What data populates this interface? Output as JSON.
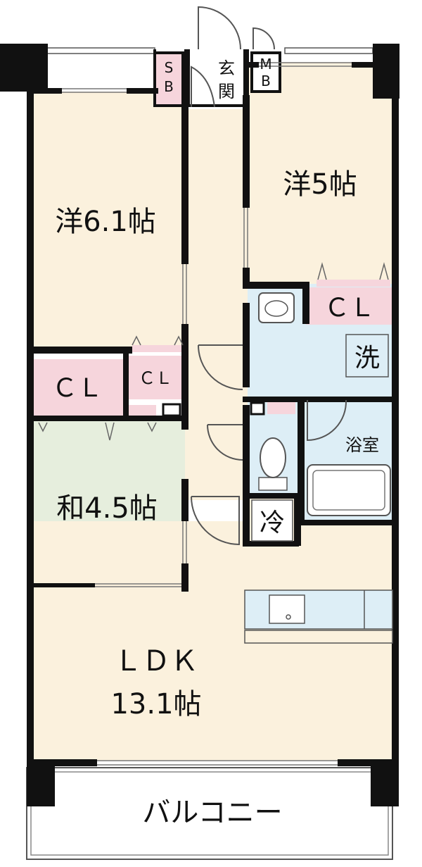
{
  "rooms": {
    "western_left": "洋6.1帖",
    "western_right": "洋5帖",
    "japanese": "和4.5帖",
    "ldk_line1": "ＬＤＫ",
    "ldk_line2": "13.1帖",
    "balcony": "バルコニー",
    "bath": "浴室"
  },
  "storage": {
    "closet_right": "ＣＬ",
    "closet_mid_left": "ＣＬ",
    "closet_small": "ＣＬ",
    "sb_s": "S",
    "sb_b": "B",
    "mb_m": "M",
    "mb_b": "B"
  },
  "fixtures": {
    "entrance_1": "玄",
    "entrance_2": "関",
    "washer": "洗",
    "fridge": "冷"
  },
  "colors": {
    "room_beige": "#fbf1dd",
    "tatami_green": "#e6eedd",
    "wet_blue": "#ddeef6",
    "closet_pink": "#f6d5dc",
    "wall": "#111111"
  }
}
